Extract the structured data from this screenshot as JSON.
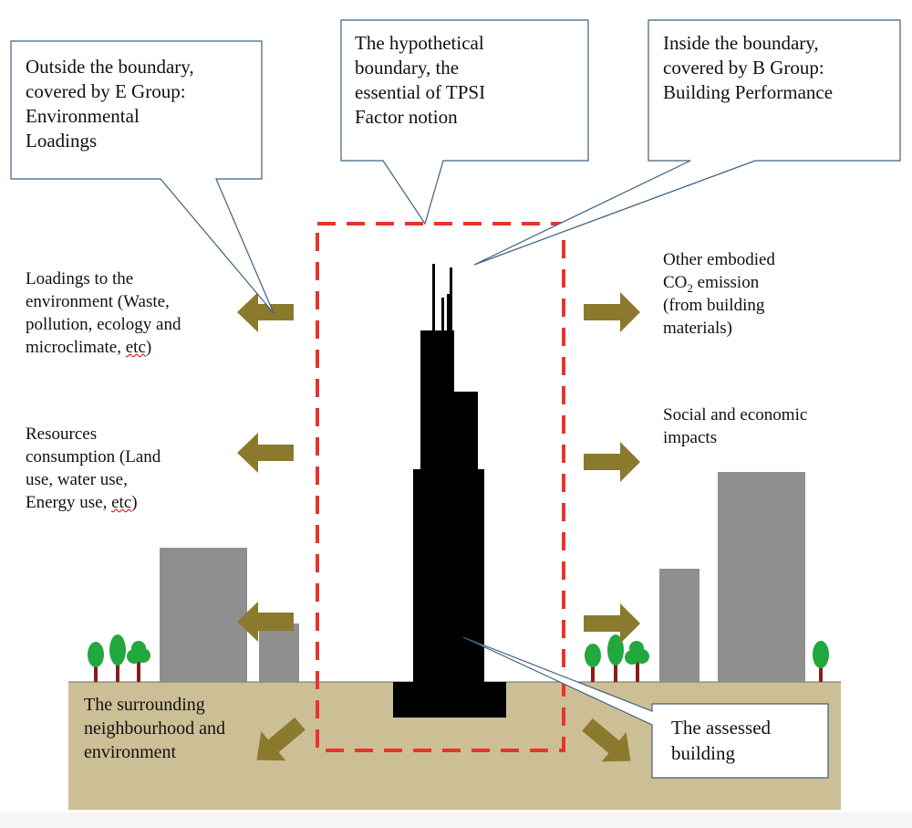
{
  "callouts": {
    "e_group": [
      "Outside the boundary,",
      "covered by E Group:",
      "Environmental",
      "Loadings"
    ],
    "boundary": [
      "The hypothetical",
      "boundary, the",
      "essential of TPSI",
      "Factor notion"
    ],
    "b_group": [
      "Inside the boundary,",
      "covered by B Group:",
      "Building Performance"
    ],
    "assessed": [
      "The assessed",
      "building"
    ]
  },
  "labels": {
    "loadings": [
      "Loadings to the",
      "environment (Waste,",
      "pollution, ecology and",
      "microclimate, "
    ],
    "loadings_etc": "etc",
    "loadings_close": ")",
    "resources": [
      "Resources",
      "consumption (Land",
      "use, water use,",
      "Energy use, "
    ],
    "resources_etc": "etc",
    "resources_close": ")",
    "embodied_1": "Other embodied",
    "embodied_co": "CO",
    "embodied_sub": "2",
    "embodied_rest": " emission",
    "embodied_3": "(from building",
    "embodied_4": "materials)",
    "social": [
      "Social and economic",
      "impacts"
    ],
    "surrounding": [
      "The surrounding",
      "neighbourhood and",
      "environment"
    ]
  },
  "colors": {
    "arrow": "#8b7a2e",
    "boundary": "#e8342b",
    "ground": "#cdbf95",
    "grey_building": "#8f8f8f",
    "tower": "#000000",
    "tree_leaf": "#21a83f",
    "tree_trunk": "#8a1c1c",
    "callout_line": "#3e5f80"
  }
}
